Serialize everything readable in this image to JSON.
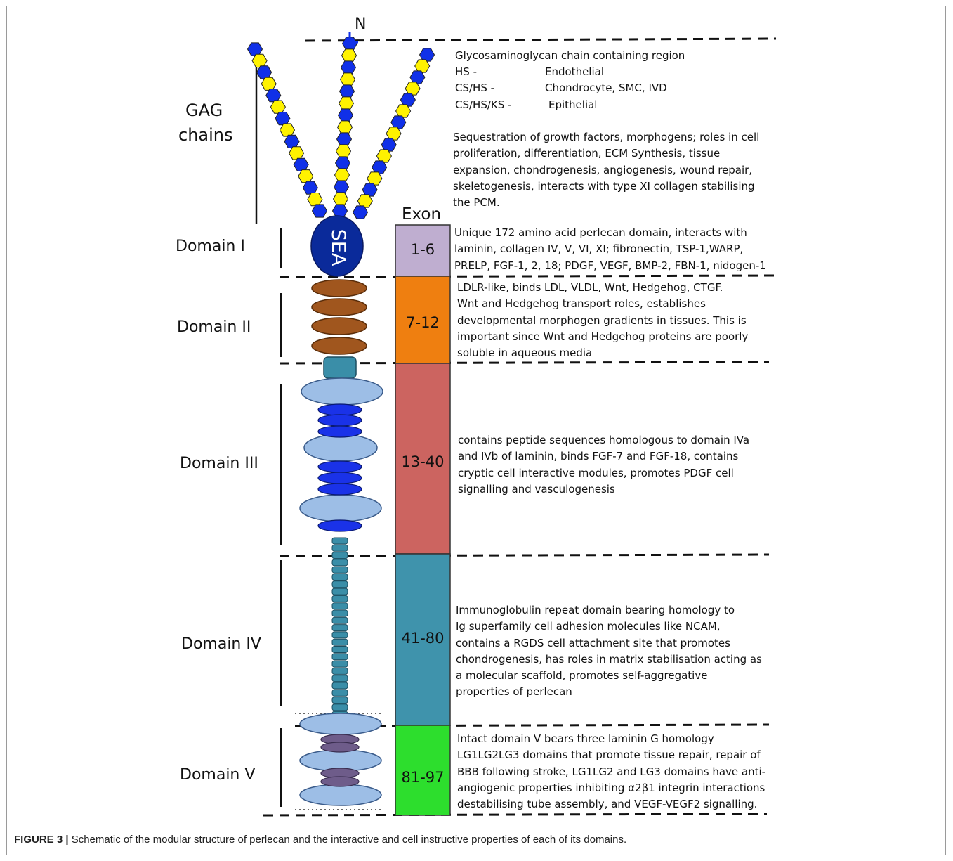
{
  "terminus_label": "N",
  "gag_label": [
    "GAG",
    "chains"
  ],
  "sea_label": "SEA",
  "exon_header": "Exon",
  "domains": [
    {
      "name": "Domain I",
      "exons": "1-6",
      "color": "#bfaed0"
    },
    {
      "name": "Domain II",
      "exons": "7-12",
      "color": "#ef7f10"
    },
    {
      "name": "Domain III",
      "exons": "13-40",
      "color": "#cc6460"
    },
    {
      "name": "Domain IV",
      "exons": "41-80",
      "color": "#3f93ac"
    },
    {
      "name": "Domain V",
      "exons": "81-97",
      "color": "#2dde2d"
    }
  ],
  "gag_description": {
    "title": "Glycosaminoglycan chain containing region",
    "types": [
      {
        "chain": "HS -",
        "tissue": "Endothelial"
      },
      {
        "chain": "CS/HS -",
        "tissue": "Chondrocyte, SMC, IVD"
      },
      {
        "chain": "CS/HS/KS -",
        "tissue": "Epithelial"
      }
    ],
    "lines": [
      "Sequestration of growth factors, morphogens; roles in cell",
      "proliferation, differentiation, ECM Synthesis, tissue",
      "expansion, chondrogenesis, angiogenesis, wound repair,",
      "skeletogenesis, interacts with type XI collagen stabilising",
      "the PCM."
    ]
  },
  "domain_descriptions": [
    [
      "Unique 172 amino acid perlecan domain, interacts with",
      "laminin, collagen IV, V, VI, XI; fibronectin, TSP-1,WARP,",
      "PRELP, FGF-1, 2, 18; PDGF, VEGF, BMP-2, FBN-1, nidogen-1"
    ],
    [
      "LDLR-like, binds LDL, VLDL, Wnt, Hedgehog, CTGF.",
      "Wnt and Hedgehog transport roles, establishes",
      "developmental morphogen gradients in tissues.  This is",
      " important since Wnt and Hedgehog proteins are poorly",
      "soluble in aqueous media"
    ],
    [
      "contains peptide sequences homologous to domain IVa",
      "and IVb of laminin, binds FGF-7 and FGF-18, contains",
      "cryptic cell interactive modules, promotes PDGF cell",
      "signalling and vasculogenesis"
    ],
    [
      "Immunoglobulin repeat domain bearing homology to",
      "Ig superfamily cell adhesion molecules like NCAM,",
      "contains a RGDS cell attachment site that promotes",
      "chondrogenesis, has roles in matrix stabilisation acting as",
      "a molecular scaffold, promotes self-aggregative",
      "properties of perlecan"
    ],
    [
      "Intact domain V bears three  laminin G homology",
      "LG1LG2LG3 domains that promote tissue repair, repair of",
      "BBB following stroke, LG1LG2 and LG3 domains have anti-",
      "angiogenic properties inhibiting α2β1 integrin interactions",
      "destabilising tube assembly, and VEGF-VEGF2 signalling."
    ]
  ],
  "caption": {
    "label": "FIGURE 3 |",
    "text": " Schematic of the modular structure of perlecan and the interactive and cell instructive properties of each of its domains."
  },
  "colors": {
    "gag_blue": "#1030e8",
    "gag_yellow": "#fff200",
    "sea_fill": "#0a2a9a",
    "ldlr_brown": "#a0561e",
    "domain3_light": "#9dbee6",
    "domain3_dark": "#1a32e8",
    "teal": "#3a8ea8",
    "lg_purple": "#6e5c8a"
  }
}
